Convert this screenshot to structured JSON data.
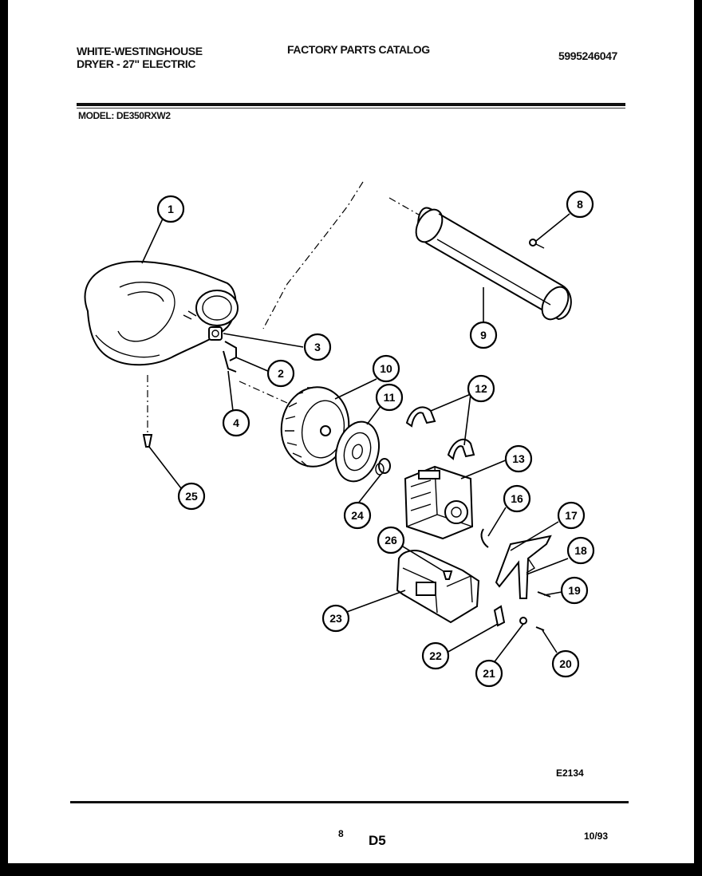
{
  "header": {
    "brand": "WHITE-WESTINGHOUSE",
    "product": "DRYER - 27\" ELECTRIC",
    "catalog_title": "FACTORY PARTS CATALOG",
    "catalog_number": "5995246047",
    "model_label": "MODEL:",
    "model_number": "DE350RXW2"
  },
  "footer": {
    "figure_id": "E2134",
    "page_number": "8",
    "section": "D5",
    "date": "10/93"
  },
  "callouts": [
    "1",
    "2",
    "3",
    "4",
    "8",
    "9",
    "10",
    "11",
    "12",
    "13",
    "16",
    "17",
    "18",
    "19",
    "20",
    "21",
    "22",
    "23",
    "24",
    "25",
    "26"
  ]
}
